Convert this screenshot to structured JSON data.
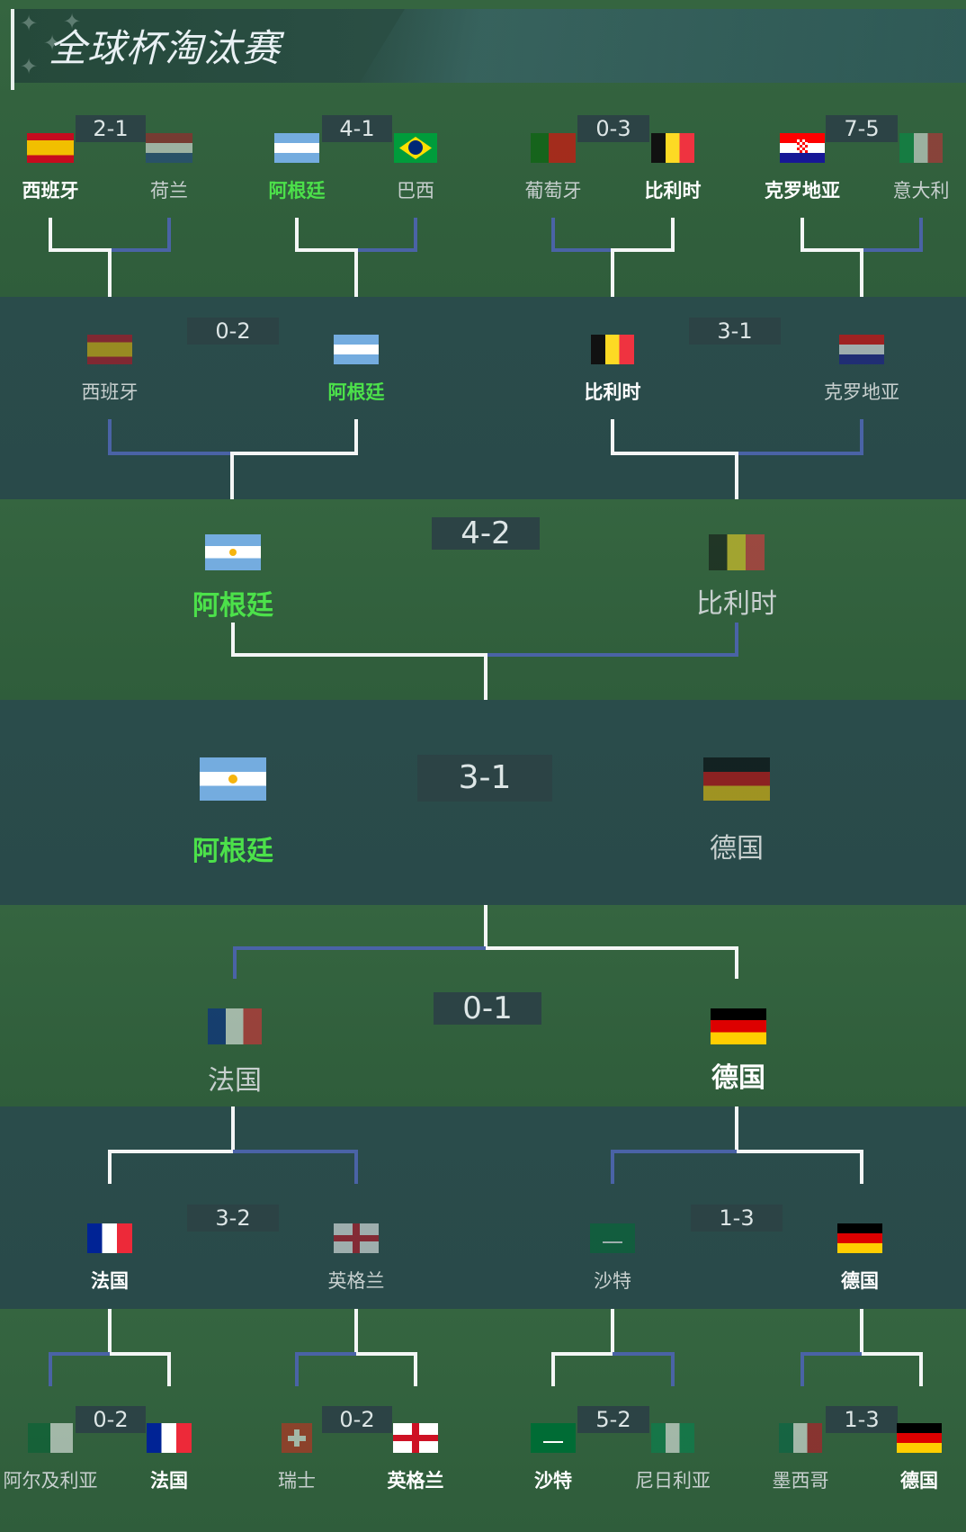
{
  "title": "全球杯淘汰赛",
  "colors": {
    "winner_green": "#4ce14a",
    "line_white": "#f4f6f6",
    "line_blue": "#4a63a6"
  },
  "round1_top": [
    {
      "score": "2-1",
      "home": "西班牙",
      "away": "荷兰",
      "winner": "home"
    },
    {
      "score": "4-1",
      "home": "阿根廷",
      "away": "巴西",
      "winner": "home"
    },
    {
      "score": "0-3",
      "home": "葡萄牙",
      "away": "比利时",
      "winner": "away"
    },
    {
      "score": "7-5",
      "home": "克罗地亚",
      "away": "意大利",
      "winner": "home"
    }
  ],
  "round2_top": [
    {
      "score": "0-2",
      "home": "西班牙",
      "away": "阿根廷",
      "winner": "away"
    },
    {
      "score": "3-1",
      "home": "比利时",
      "away": "克罗地亚",
      "winner": "home"
    }
  ],
  "semi_top": {
    "score": "4-2",
    "home": "阿根廷",
    "away": "比利时",
    "winner": "home"
  },
  "final": {
    "score": "3-1",
    "home": "阿根廷",
    "away": "德国",
    "winner": "home"
  },
  "semi_bottom": {
    "score": "0-1",
    "home": "法国",
    "away": "德国",
    "winner": "away"
  },
  "round2_bottom": [
    {
      "score": "3-2",
      "home": "法国",
      "away": "英格兰",
      "winner": "home"
    },
    {
      "score": "1-3",
      "home": "沙特",
      "away": "德国",
      "winner": "away"
    }
  ],
  "round1_bottom": [
    {
      "score": "0-2",
      "home": "阿尔及利亚",
      "away": "法国",
      "winner": "away"
    },
    {
      "score": "0-2",
      "home": "瑞士",
      "away": "英格兰",
      "winner": "away"
    },
    {
      "score": "5-2",
      "home": "沙特",
      "away": "尼日利亚",
      "winner": "home"
    },
    {
      "score": "1-3",
      "home": "墨西哥",
      "away": "德国",
      "winner": "away"
    }
  ]
}
